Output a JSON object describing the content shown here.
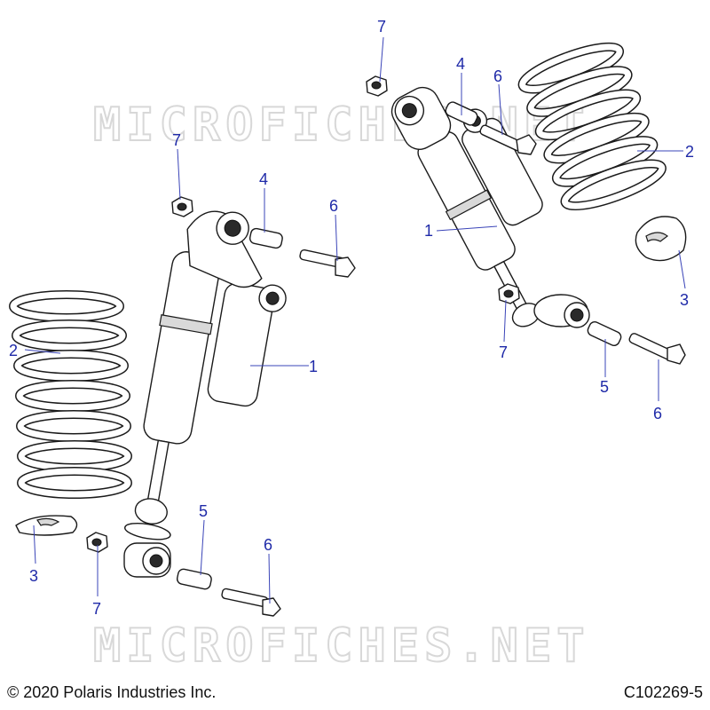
{
  "watermarks": [
    "MICROFICHES.NET",
    "MICROFICHES.NET"
  ],
  "footer": {
    "copyright": "© 2020 Polaris Industries Inc.",
    "figure_code": "C102269-5"
  },
  "callouts": {
    "left_shock": "1",
    "left_spring": "2",
    "left_retainer": "3",
    "left_bushing_top": "4",
    "left_spacer_bottom": "5",
    "left_bolt_top": "6",
    "left_bolt_bottom": "6",
    "left_nut_top": "7",
    "left_nut_bottom": "7",
    "right_shock": "1",
    "right_spring": "2",
    "right_retainer": "3",
    "right_bushing_top": "4",
    "right_spacer_bottom": "5",
    "right_bolt_top": "6",
    "right_bolt_bottom": "6",
    "right_nut_top": "7",
    "right_nut_bottom": "7"
  }
}
